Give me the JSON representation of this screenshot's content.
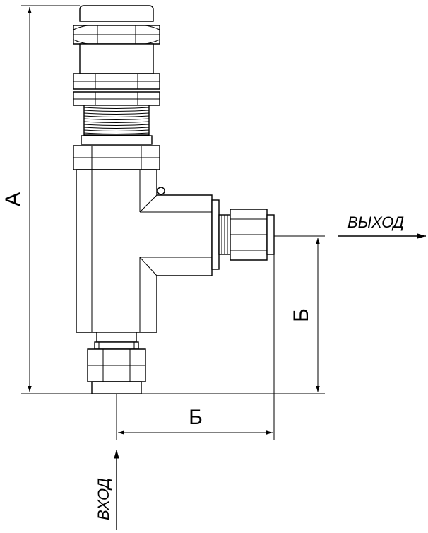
{
  "dimensions": {
    "a": "А",
    "b_horizontal": "Б",
    "b_vertical": "Б"
  },
  "flow": {
    "inlet": "ВХОД",
    "outlet": "ВЫХОД"
  },
  "colors": {
    "line": "#000000",
    "background": "#ffffff"
  }
}
